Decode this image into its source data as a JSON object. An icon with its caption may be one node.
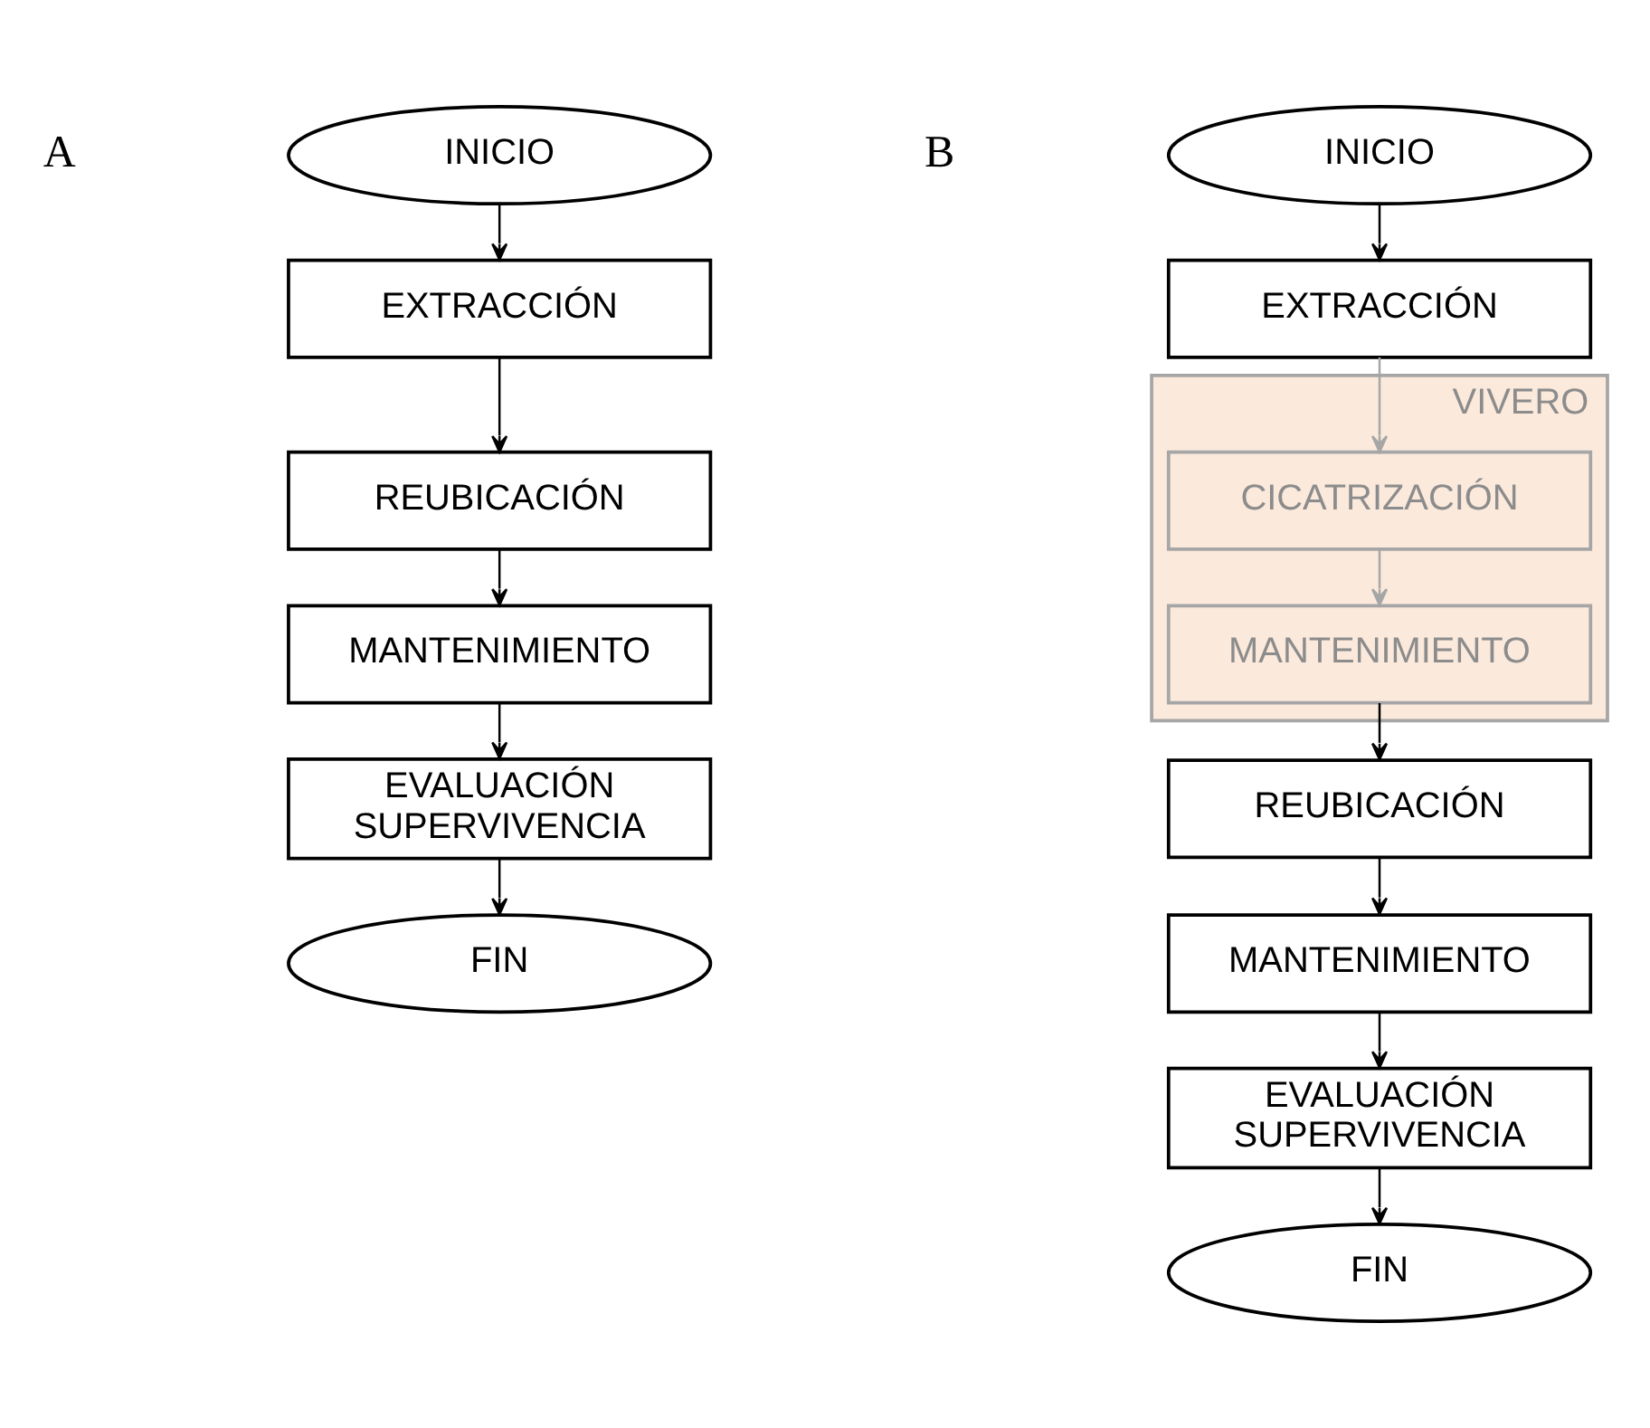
{
  "diagram": {
    "nodes": [
      {
        "text": [
          "INICIO"
        ]
      },
      {
        "text": [
          "EXTRACCIÓN"
        ]
      },
      {
        "text": [
          "REUBICACIÓN"
        ]
      },
      {
        "text": [
          "MANTENIMIENTO"
        ]
      },
      {
        "text": [
          "EVALUACIÓN SUPERVIVENCIA"
        ]
      },
      {
        "text": [
          "FIN"
        ]
      },
      {
        "text": [
          "INICIO"
        ]
      },
      {
        "text": [
          "EXTRACCIÓN"
        ]
      },
      {
        "text": [
          "VIVERO"
        ]
      },
      {
        "text": [
          "CICATRIZACIÓN"
        ],
        "in": 8
      },
      {
        "text": [
          "MANTENIMIENTO"
        ],
        "in": 8
      },
      {
        "text": [
          "REUBICACIÓN"
        ]
      },
      {
        "text": [
          "MANTENIMIENTO"
        ]
      },
      {
        "text": [
          "EVALUACIÓN SUPERVIVENCIA"
        ]
      },
      {
        "text": [
          "FIN"
        ]
      }
    ],
    "edges": [
      {
        "from": 0,
        "to": 1,
        "arrow": "to"
      },
      {
        "from": 1,
        "to": 2,
        "arrow": "to"
      },
      {
        "from": 2,
        "to": 3,
        "arrow": "to"
      },
      {
        "from": 3,
        "to": 4,
        "arrow": "to"
      },
      {
        "from": 4,
        "to": 5,
        "arrow": "to"
      },
      {
        "from": 6,
        "to": 7,
        "arrow": "to"
      },
      {
        "from": 7,
        "to": 9,
        "arrow": "to",
        "color": "#a6a6a6"
      },
      {
        "from": 9,
        "to": 10,
        "arrow": "to",
        "color": "#a6a6a6"
      },
      {
        "from": 10,
        "to": 11,
        "arrow": "to"
      },
      {
        "from": 11,
        "to": 12,
        "arrow": "to"
      },
      {
        "from": 12,
        "to": 13,
        "arrow": "to"
      },
      {
        "from": 13,
        "to": 14,
        "arrow": "to"
      }
    ],
    "labels": [
      "A",
      "B"
    ]
  }
}
